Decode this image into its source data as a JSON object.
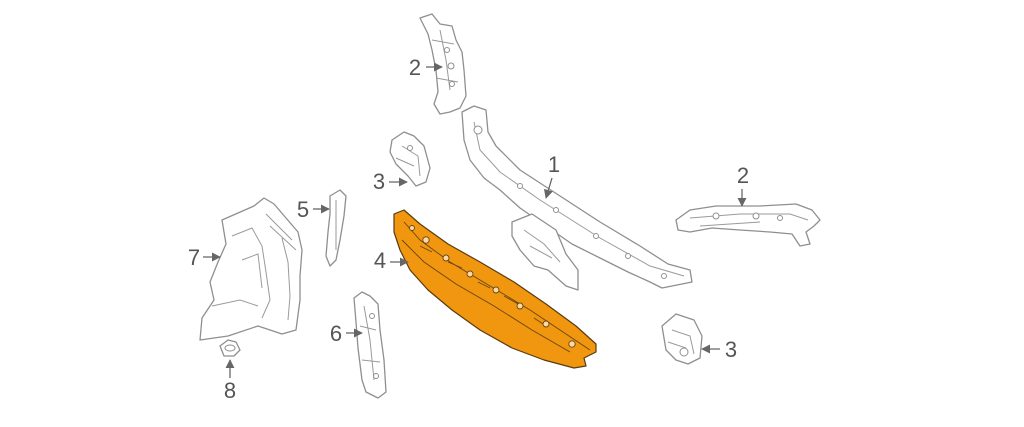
{
  "colors": {
    "highlight": "#f0960f",
    "line": "#8f8f8f",
    "text": "#555555",
    "background": "#ffffff"
  },
  "callouts": [
    {
      "id": "c1",
      "label": "1"
    },
    {
      "id": "c2a",
      "label": "2"
    },
    {
      "id": "c2b",
      "label": "2"
    },
    {
      "id": "c3a",
      "label": "3"
    },
    {
      "id": "c3b",
      "label": "3"
    },
    {
      "id": "c4",
      "label": "4"
    },
    {
      "id": "c5",
      "label": "5"
    },
    {
      "id": "c6",
      "label": "6"
    },
    {
      "id": "c7",
      "label": "7"
    },
    {
      "id": "c8",
      "label": "8"
    }
  ]
}
